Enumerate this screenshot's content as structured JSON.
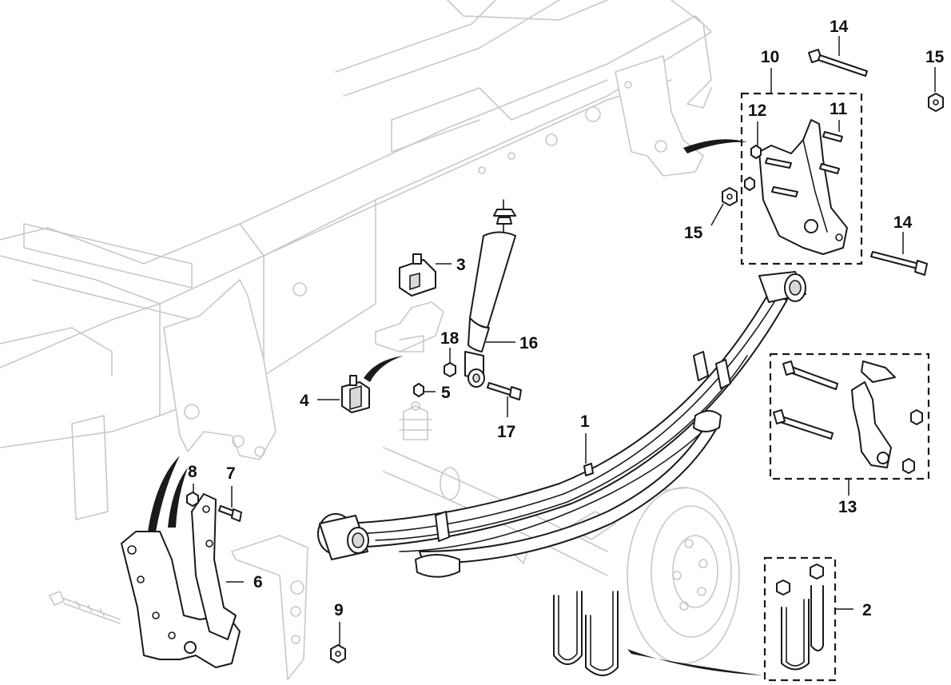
{
  "callouts": {
    "c1": "1",
    "c2": "2",
    "c3": "3",
    "c4": "4",
    "c5": "5",
    "c6": "6",
    "c7": "7",
    "c8": "8",
    "c9": "9",
    "c10": "10",
    "c11": "11",
    "c12": "12",
    "c13": "13",
    "c14a": "14",
    "c14b": "14",
    "c15a": "15",
    "c15b": "15",
    "c16": "16",
    "c17": "17",
    "c18": "18"
  },
  "colors": {
    "ink": "#1a1a1a",
    "ghost": "#c8c8c8",
    "background": "#ffffff"
  }
}
